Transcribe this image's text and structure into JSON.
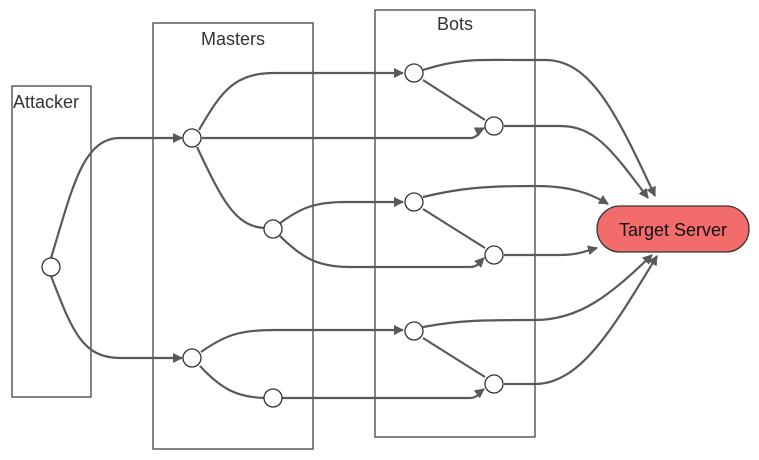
{
  "groups": {
    "attacker": "Attacker",
    "masters": "Masters",
    "bots": "Bots"
  },
  "target": {
    "label": "Target Server"
  },
  "colors": {
    "target_fill": "#f26c6c",
    "edge": "#595959",
    "border": "#333333"
  }
}
